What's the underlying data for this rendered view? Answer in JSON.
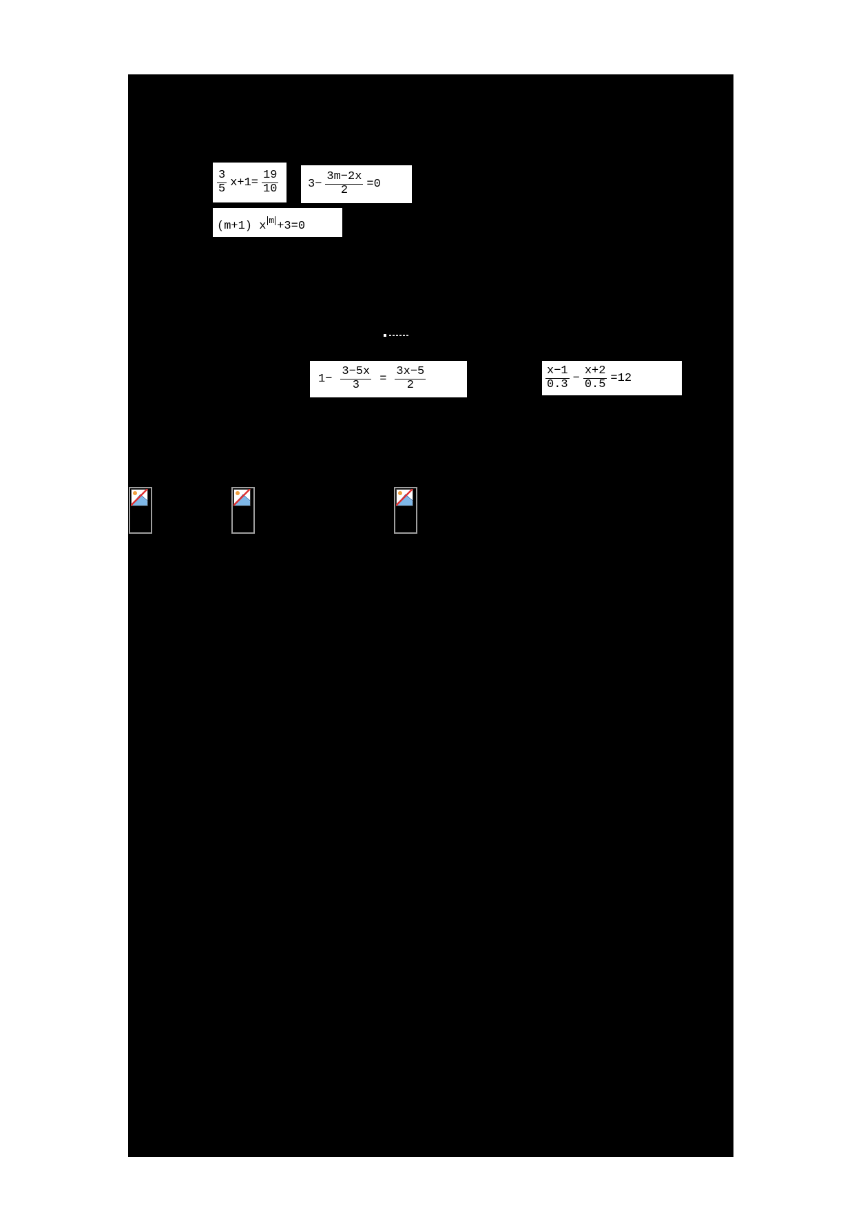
{
  "document": {
    "background_color": "#000000",
    "page_color": "#ffffff"
  },
  "equations": [
    {
      "id": "eq1",
      "frac1": {
        "num": "3",
        "den": "5"
      },
      "middle": "x+1=",
      "frac2": {
        "num": "19",
        "den": "10"
      }
    },
    {
      "id": "eq2",
      "lead": "3−",
      "frac": {
        "num": "3m−2x",
        "den": "2"
      },
      "tail": "=0"
    },
    {
      "id": "eq3",
      "lead": "(m+1) x",
      "exponent": "m",
      "tail": "+3=0"
    },
    {
      "id": "eq4",
      "lead": "1−",
      "frac1": {
        "num": "3−5x",
        "den": "3"
      },
      "middle": "=",
      "frac2": {
        "num": "3x−5",
        "den": "2"
      }
    },
    {
      "id": "eq5",
      "frac1": {
        "num": "x−1",
        "den": "0.3"
      },
      "middle": "−",
      "frac2": {
        "num": "x+2",
        "den": "0.5"
      },
      "tail": "=12"
    }
  ],
  "broken_images": [
    {
      "icon": "broken-image-icon"
    },
    {
      "icon": "broken-image-icon"
    },
    {
      "icon": "broken-image-icon"
    }
  ]
}
